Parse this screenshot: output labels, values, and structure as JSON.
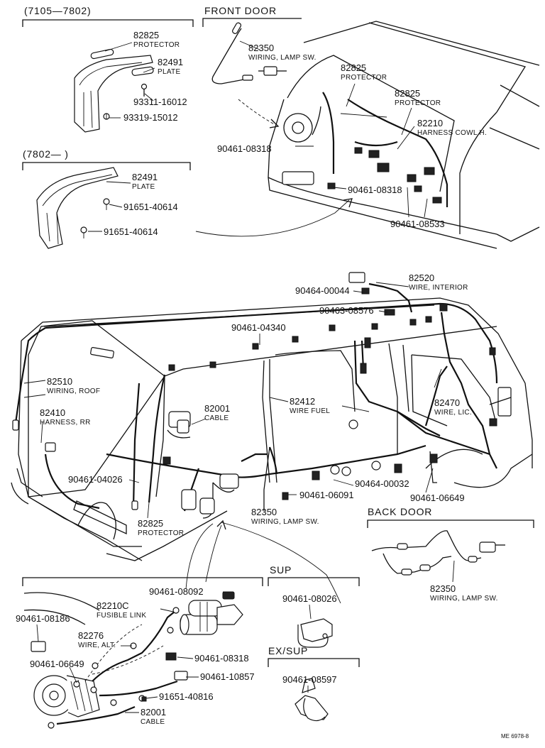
{
  "sections": {
    "s7105": "(7105—7802)",
    "s7802": "(7802—      )",
    "front_door": "FRONT  DOOR",
    "back_door": "BACK  DOOR",
    "sup": "SUP",
    "ex_sup": "EX/SUP"
  },
  "parts": {
    "p_82825_a": {
      "num": "82825",
      "name": "PROTECTOR"
    },
    "p_82491_a": {
      "num": "82491",
      "name": "PLATE"
    },
    "p_93311": {
      "num": "93311-16012"
    },
    "p_93319": {
      "num": "93319-15012"
    },
    "p_82491_b": {
      "num": "82491",
      "name": "PLATE"
    },
    "p_91651_a": {
      "num": "91651-40614"
    },
    "p_91651_b": {
      "num": "91651-40614"
    },
    "p_82350_fd": {
      "num": "82350",
      "name": "WIRING, LAMP SW."
    },
    "p_82825_b": {
      "num": "82825",
      "name": "PROTECTOR"
    },
    "p_82825_c": {
      "num": "82825",
      "name": "PROTECTOR"
    },
    "p_82210": {
      "num": "82210",
      "name": "HARNESS COWL H."
    },
    "p_90461_08318_a": {
      "num": "90461-08318"
    },
    "p_90461_08318_b": {
      "num": "90461-08318"
    },
    "p_90461_08533": {
      "num": "90461-08533"
    },
    "p_82520": {
      "num": "82520",
      "name": "WIRE, INTERIOR"
    },
    "p_90464_00044": {
      "num": "90464-00044"
    },
    "p_90463_08576": {
      "num": "90463-08576"
    },
    "p_90461_04340": {
      "num": "90461-04340"
    },
    "p_82510": {
      "num": "82510",
      "name": "WIRING, ROOF"
    },
    "p_82410": {
      "num": "82410",
      "name": "HARNESS, RR"
    },
    "p_82001_a": {
      "num": "82001",
      "name": "CABLE"
    },
    "p_82412": {
      "num": "82412",
      "name": "WIRE FUEL"
    },
    "p_82470": {
      "num": "82470",
      "name": "WIRE, LIC."
    },
    "p_90461_04026": {
      "num": "90461-04026"
    },
    "p_82825_d": {
      "num": "82825",
      "name": "PROTECTOR"
    },
    "p_82350_m": {
      "num": "82350",
      "name": "WIRING, LAMP SW."
    },
    "p_90461_06091": {
      "num": "90461-06091"
    },
    "p_90464_00032": {
      "num": "90464-00032"
    },
    "p_90461_06649_a": {
      "num": "90461-06649"
    },
    "p_82350_bd": {
      "num": "82350",
      "name": "WIRING, LAMP SW."
    },
    "p_90461_08092": {
      "num": "90461-08092"
    },
    "p_82210c": {
      "num": "82210C",
      "name": "FUSIBLE LINK"
    },
    "p_90461_08186": {
      "num": "90461-08186"
    },
    "p_82276": {
      "num": "82276",
      "name": "WIRE, ALT."
    },
    "p_90461_06649_b": {
      "num": "90461-06649"
    },
    "p_90461_08318_c": {
      "num": "90461-08318"
    },
    "p_90461_10857": {
      "num": "90461-10857"
    },
    "p_91651_40816": {
      "num": "91651-40816"
    },
    "p_82001_b": {
      "num": "82001",
      "name": "CABLE"
    },
    "p_90461_08026": {
      "num": "90461-08026"
    },
    "p_90461_08597": {
      "num": "90461-08597"
    }
  },
  "footer": {
    "code": "ME  6978-8"
  }
}
